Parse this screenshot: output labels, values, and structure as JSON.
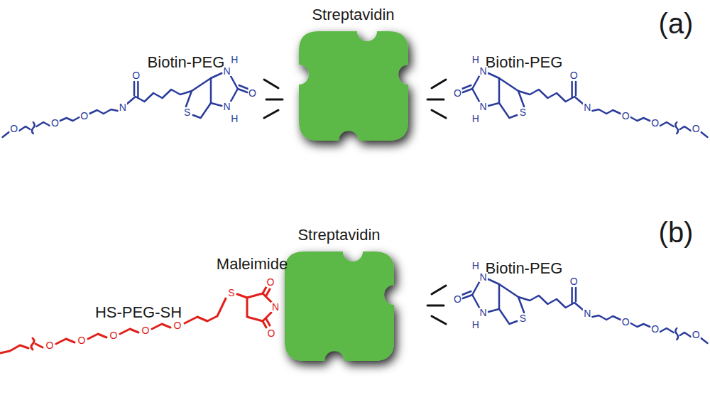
{
  "diagram": {
    "nodes": [
      {
        "text": [
          "Streptavidin"
        ]
      },
      {
        "text": [
          "Streptavidin"
        ]
      }
    ],
    "labels": [
      "(a)",
      "Biotin-PEG",
      "Biotin-PEG",
      "(b)",
      "Maleimide",
      "HS-PEG-SH",
      "Biotin-PEG",
      "O",
      "O",
      "O",
      "N",
      "O",
      "S",
      "N",
      "H",
      "N",
      "H",
      "O",
      "O",
      "O",
      "O",
      "N",
      "O",
      "S",
      "N",
      "H",
      "N",
      "H",
      "O",
      "O",
      "O",
      "O",
      "O",
      "O",
      "S",
      "O",
      "N",
      "O",
      "O",
      "O",
      "O",
      "N",
      "O",
      "S",
      "N",
      "H",
      "N",
      "H",
      "O"
    ]
  }
}
